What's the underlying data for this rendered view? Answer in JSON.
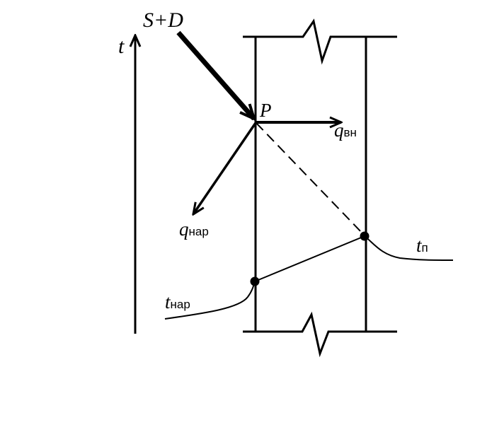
{
  "diagram": {
    "labels": {
      "t_axis": "t",
      "radiation": "S+D",
      "point": "P",
      "q_inner_main": "q",
      "q_inner_sub": "вн",
      "q_outer_main": "q",
      "q_outer_sub": "нар",
      "t_surface_main": "t",
      "t_surface_sub": "п",
      "t_outside_main": "t",
      "t_outside_sub": "нар"
    },
    "colors": {
      "ink": "#000000",
      "background": "#ffffff"
    }
  }
}
